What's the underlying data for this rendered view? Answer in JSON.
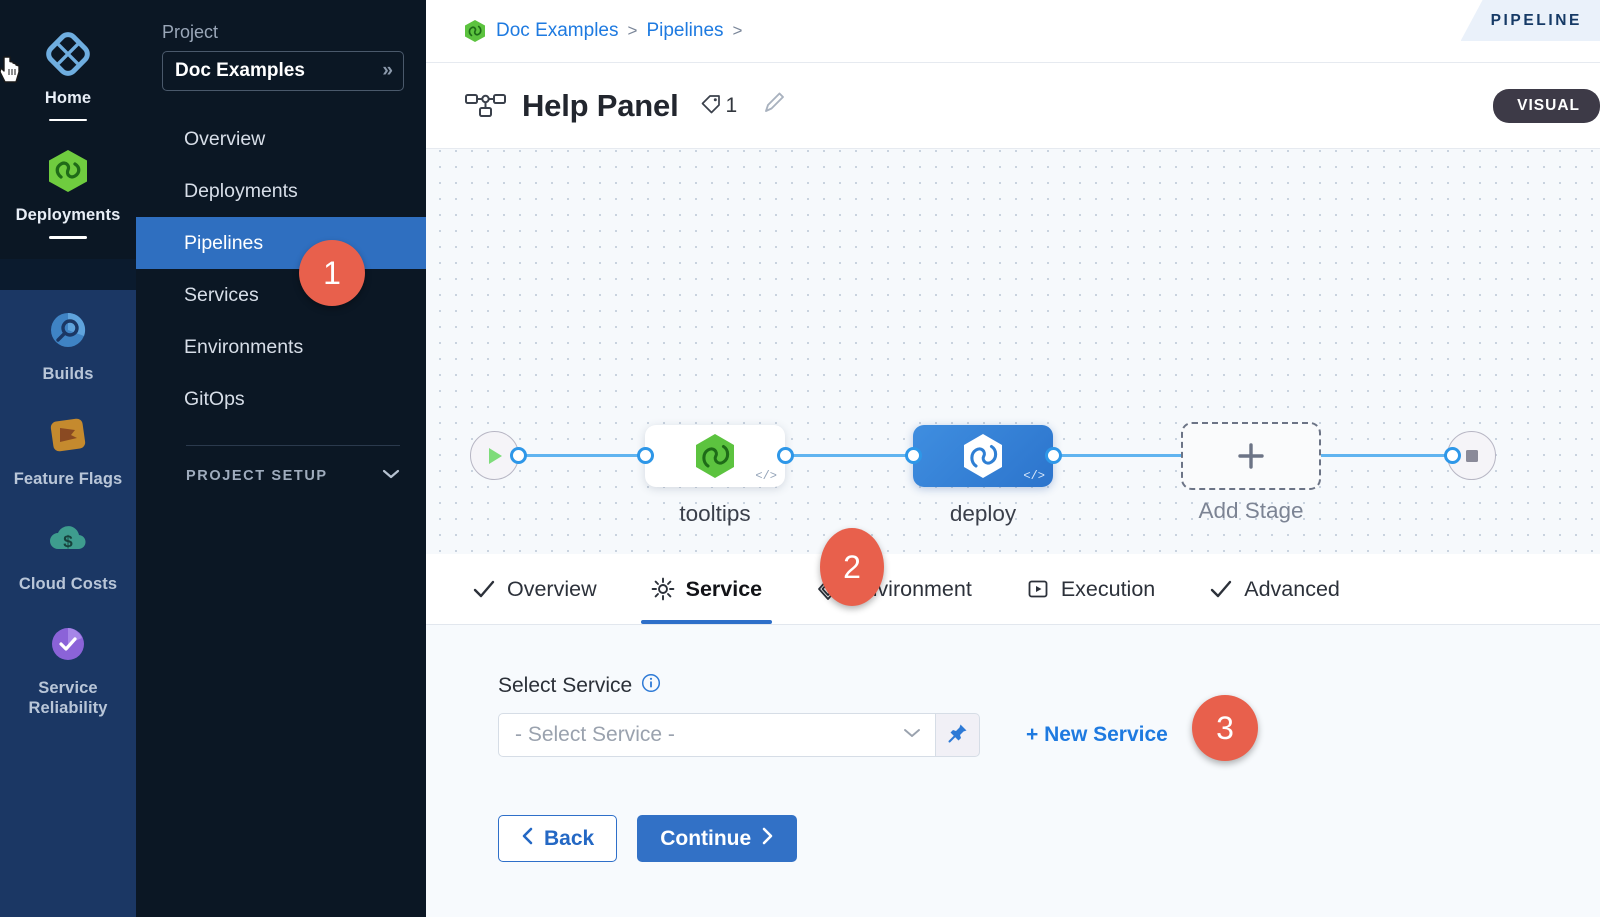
{
  "rail": {
    "items": [
      {
        "label": "Home",
        "icon": "home-diamond-icon",
        "active": true
      },
      {
        "label": "Deployments",
        "icon": "deployments-hex-icon",
        "active": true
      },
      {
        "label": "Builds",
        "icon": "builds-icon",
        "active": false
      },
      {
        "label": "Feature Flags",
        "icon": "feature-flags-icon",
        "active": false
      },
      {
        "label": "Cloud Costs",
        "icon": "cloud-costs-icon",
        "active": false
      },
      {
        "label": "Service Reliability",
        "icon": "service-reliability-icon",
        "active": false
      }
    ]
  },
  "project_sidebar": {
    "section_label": "Project",
    "project_name": "Doc Examples",
    "expand_icon": "chevron-double-right-icon",
    "nav": [
      {
        "label": "Overview",
        "active": false
      },
      {
        "label": "Deployments",
        "active": false
      },
      {
        "label": "Pipelines",
        "active": true
      },
      {
        "label": "Services",
        "active": false
      },
      {
        "label": "Environments",
        "active": false
      },
      {
        "label": "GitOps",
        "active": false
      }
    ],
    "setup_label": "PROJECT SETUP",
    "setup_icon": "chevron-down-icon"
  },
  "breadcrumb": {
    "org_icon": "harness-hexagon-icon",
    "items": [
      "Doc Examples",
      "Pipelines"
    ],
    "separator": ">",
    "pipeline_tab_label": "PIPELINE"
  },
  "header": {
    "pipeline_icon": "pipeline-graph-icon",
    "title": "Help Panel",
    "tag_icon": "tag-icon",
    "tag_count": "1",
    "edit_icon": "pencil-edit-icon",
    "view_toggle_label": "VISUAL"
  },
  "canvas": {
    "start_node": {
      "name": "start-node",
      "icon": "play-icon"
    },
    "end_node": {
      "name": "end-node",
      "icon": "stop-square-icon"
    },
    "stages": [
      {
        "label": "tooltips",
        "type": "white",
        "icon": "harness-hexagon-green-icon",
        "code_badge": "</>"
      },
      {
        "label": "deploy",
        "type": "blue-selected",
        "icon": "harness-hexagon-white-icon",
        "code_badge": "</>"
      }
    ],
    "add_stage": {
      "label": "Add Stage",
      "icon": "plus-icon"
    }
  },
  "tabs": [
    {
      "label": "Overview",
      "icon": "check-icon",
      "active": false
    },
    {
      "label": "Service",
      "icon": "gear-icon",
      "active": true
    },
    {
      "label": "Environment",
      "icon": "layers-diamond-icon",
      "active": false
    },
    {
      "label": "Execution",
      "icon": "play-box-icon",
      "active": false
    },
    {
      "label": "Advanced",
      "icon": "check-icon",
      "active": false
    }
  ],
  "form": {
    "label": "Select Service",
    "info_icon": "info-circle-icon",
    "select_placeholder": "- Select Service -",
    "select_chevron": "chevron-down-icon",
    "pin_icon": "pushpin-icon",
    "new_service_label": "+ New Service",
    "back_label": "Back",
    "back_icon": "chevron-left-icon",
    "continue_label": "Continue",
    "continue_icon": "chevron-right-icon"
  },
  "step_badges": [
    {
      "number": "1"
    },
    {
      "number": "2"
    },
    {
      "number": "3"
    }
  ],
  "colors": {
    "accent_blue": "#2E6FC9",
    "link_blue": "#1E7AE0",
    "badge_orange": "#E8604C",
    "rail_dark": "#0B1724",
    "rail_navy": "#1B3764",
    "harness_green": "#4DC53F",
    "canvas_bg": "#F6F9FC"
  }
}
